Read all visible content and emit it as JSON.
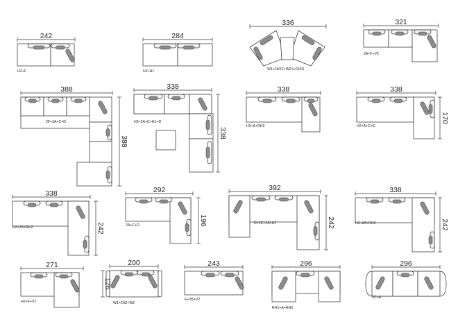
{
  "configurations": [
    {
      "code": "H2+C",
      "width": "242"
    },
    {
      "code": "H2+H1",
      "width": "284"
    },
    {
      "code": "W1+2AXZ+W2+LOUIS",
      "width": "336"
    },
    {
      "code": "2A+F+V2",
      "width": "321"
    },
    {
      "code": "2F+3A+C+D",
      "width": "388",
      "depth": "388"
    },
    {
      "code": "H2+2A+C+H1+D",
      "width": "338",
      "depth": "338"
    },
    {
      "code": "H2+A+RH2",
      "width": "338"
    },
    {
      "code": "H2+A+C+E",
      "width": "338",
      "depth": "170"
    },
    {
      "code": "H2+2A+RH2",
      "width": "338",
      "depth": "242"
    },
    {
      "code": "2A+C+D",
      "width": "292",
      "depth": "196"
    },
    {
      "code": "D+2C+2A+H1",
      "width": "392",
      "depth": "242"
    },
    {
      "code": "H2+2A+RH2",
      "width": "338",
      "depth": "242"
    },
    {
      "code": "H2+F+V2",
      "width": "271"
    },
    {
      "code": "W1+2AZ+W2",
      "width": "200",
      "depth": "126"
    },
    {
      "code": "E+2B+V2",
      "width": "243"
    },
    {
      "code": "RH1+A+RH2",
      "width": "296"
    },
    {
      "code": "2C+A",
      "width": "296"
    }
  ],
  "colors": {
    "line": "#333333",
    "pillow": "#8c8c8c",
    "background": "#ffffff"
  }
}
